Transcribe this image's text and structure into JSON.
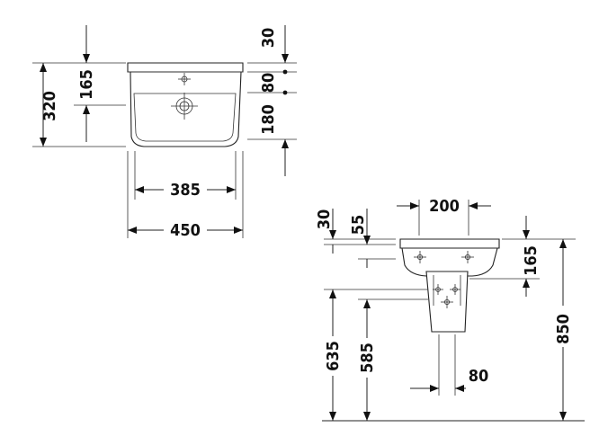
{
  "front_view": {
    "dims": {
      "overall_height": "320",
      "bowl_to_tap": "165",
      "top_offset": "30",
      "tap_depth": "80",
      "lower_offset": "180",
      "inner_width": "385",
      "overall_width": "450"
    }
  },
  "side_view": {
    "dims": {
      "rim_thickness": "30",
      "overflow_offset": "55",
      "bracket_spacing": "200",
      "bowl_height": "165",
      "rim_height_from_floor": "850",
      "outlet_height": "635",
      "trap_height": "585",
      "waste_offset": "80"
    }
  },
  "colors": {
    "line": "#222222",
    "background": "#ffffff"
  }
}
